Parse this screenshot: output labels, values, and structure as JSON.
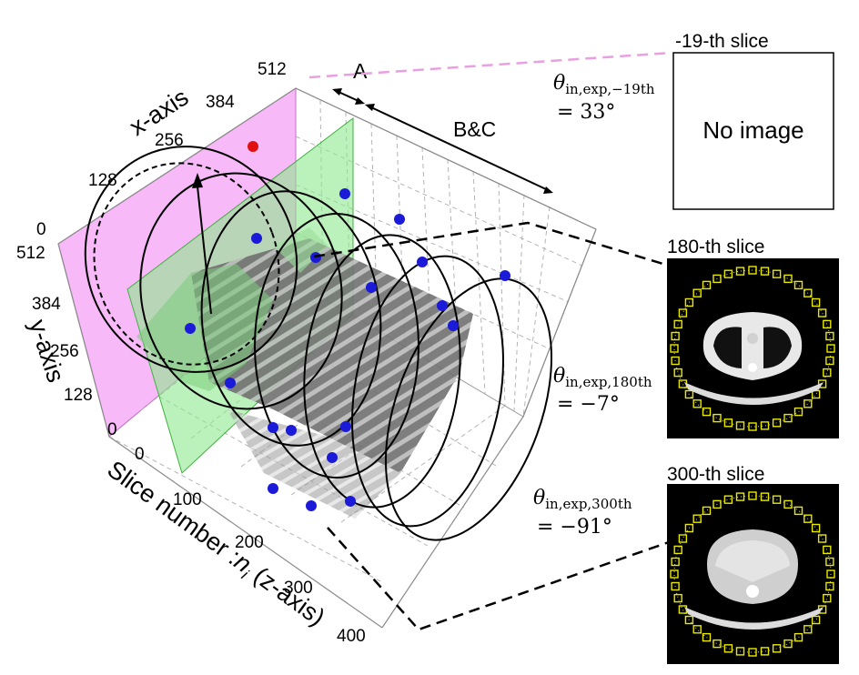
{
  "axes": {
    "x_title": "x-axis",
    "y_title": "y-axis",
    "z_title": "Slice number :",
    "z_title_var": "n",
    "z_title_sub": "i",
    "z_title_end": " (z-axis)",
    "x_ticks": [
      "0",
      "128",
      "256",
      "384",
      "512"
    ],
    "y_ticks": [
      "512",
      "384",
      "256",
      "128",
      "0"
    ],
    "z_ticks": [
      "0",
      "100",
      "200",
      "300",
      "400"
    ]
  },
  "regions": {
    "a_label": "A",
    "bc_label": "B&C"
  },
  "slices": [
    {
      "title": "-19-th slice",
      "theta_symbol": "θ",
      "theta_sub": "in,exp,−19th",
      "theta_value": "= 33°",
      "content": "No image"
    },
    {
      "title": "180-th slice",
      "theta_symbol": "θ",
      "theta_sub": "in,exp,180th",
      "theta_value": "= −7°"
    },
    {
      "title": "300-th slice",
      "theta_symbol": "θ",
      "theta_sub": "in,exp,300th",
      "theta_value": "= −91°"
    }
  ],
  "colors": {
    "pink_plane": "#f08ef0",
    "green_plane": "#8ee88e",
    "blue_point": "#1a1ad8",
    "red_point": "#e01010",
    "yellow_marker": "#e8e800",
    "pink_line": "#e8a0e0"
  }
}
